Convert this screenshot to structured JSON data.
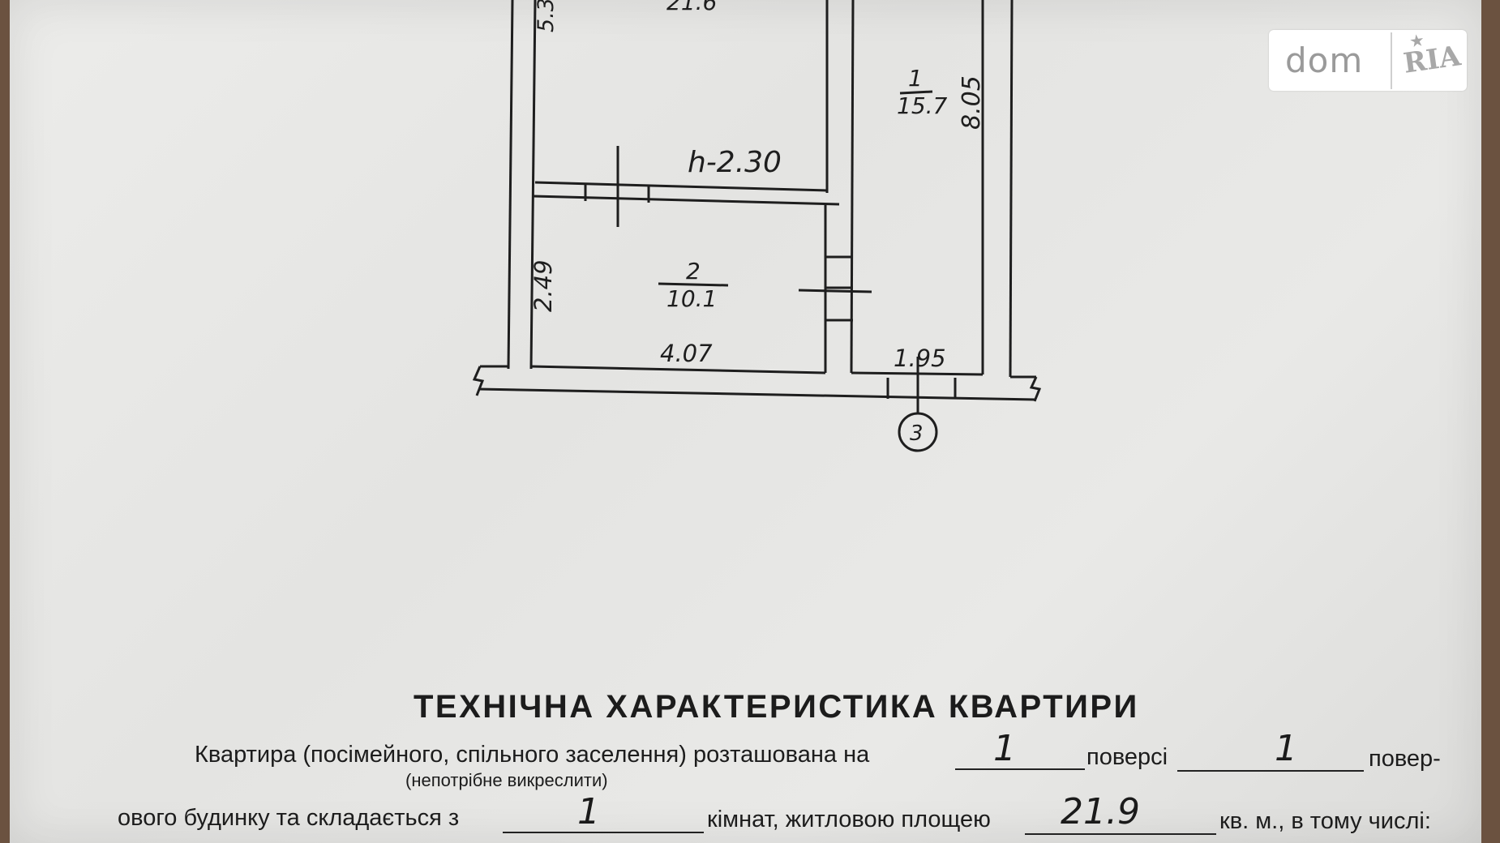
{
  "plan": {
    "room1": {
      "number": "1",
      "area": "15.7"
    },
    "room2": {
      "number": "2",
      "area": "10.1"
    },
    "top_partial_area": "21.6",
    "ceiling_height": "h-2.30",
    "dimensions": {
      "top_left_side": "5.3",
      "room1_length": "8.05",
      "room2_width": "2.49",
      "room2_length": "4.07",
      "room1_width": "1.95"
    },
    "axis_marker": "3"
  },
  "logo": {
    "dom": "dom",
    "ria": "RIA"
  },
  "document": {
    "title": "ТЕХНІЧНА ХАРАКТЕРИСТИКА КВАРТИРИ",
    "line1_text_a": "Квартира (посімейного, спільного заселення) розташована на",
    "line1_text_b": "поверсі",
    "line1_text_c": "повер-",
    "line1_hint": "(непотрібне викреслити)",
    "line2_text_a": "ового будинку та складається з",
    "line2_text_b": "кімнат, житловою площею",
    "line2_text_c": "кв. м., в тому числі:",
    "handwritten": {
      "floor": "1",
      "floors_total": "1",
      "rooms": "1",
      "living_area": "21.9"
    }
  }
}
